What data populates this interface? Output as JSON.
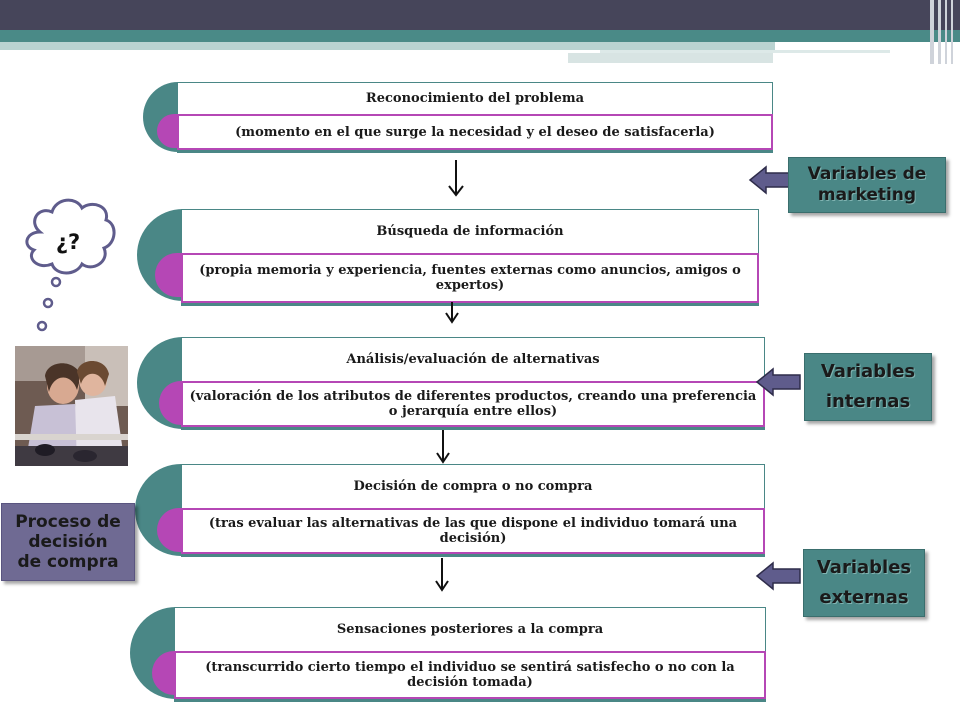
{
  "steps": [
    {
      "title": "Reconocimiento del problema",
      "description": "(momento en el que surge la necesidad y el deseo de satisfacerla)"
    },
    {
      "title": "Búsqueda de información",
      "description": "(propia memoria y experiencia, fuentes externas como anuncios, amigos o expertos)"
    },
    {
      "title": "Análisis/evaluación de alternativas",
      "description": "(valoración de los atributos de diferentes productos, creando una preferencia o jerarquía entre ellos)"
    },
    {
      "title": "Decisión de compra o no compra",
      "description": "(tras evaluar las alternativas de las que dispone el individuo tomará una decisión)"
    },
    {
      "title": "Sensaciones posteriores a la compra",
      "description": "(transcurrido cierto tiempo el individuo se sentirá satisfecho o no con la decisión tomada)"
    }
  ],
  "variables": {
    "marketing": {
      "line1": "Variables de",
      "line2": "marketing"
    },
    "internas": {
      "line1": "Variables",
      "line2": "internas"
    },
    "externas": {
      "line1": "Variables",
      "line2": "externas"
    }
  },
  "process_label": {
    "line1": "Proceso de",
    "line2": "decisión",
    "line3": "de compra"
  },
  "thought": "¿?",
  "colors": {
    "teal": "#4a8786",
    "magenta": "#b547b5",
    "arrow": "#5f5c8c",
    "header_dark": "#46455a"
  }
}
